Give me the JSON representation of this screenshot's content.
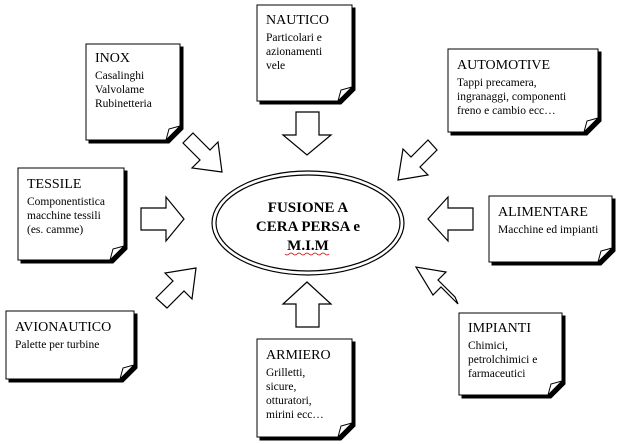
{
  "center": {
    "lines": [
      "FUSIONE A",
      "CERA PERSA e",
      "M.I.M"
    ]
  },
  "notes": [
    {
      "id": "nautico",
      "title": "NAUTICO",
      "lines": [
        "Particolari e",
        "azionamenti",
        "vele"
      ]
    },
    {
      "id": "inox",
      "title": "INOX",
      "lines": [
        "Casalinghi",
        "Valvolame",
        "Rubinetteria"
      ]
    },
    {
      "id": "automotive",
      "title": "AUTOMOTIVE",
      "lines": [
        "Tappi precamera,",
        "ingranaggi, componenti",
        "freno e cambio ecc…"
      ]
    },
    {
      "id": "tessile",
      "title": "TESSILE",
      "lines": [
        "Componentistica",
        "macchine tessili",
        "(es. camme)"
      ]
    },
    {
      "id": "alimentare",
      "title": "ALIMENTARE",
      "lines": [
        "Macchine ed impianti"
      ]
    },
    {
      "id": "avionautico",
      "title": "AVIONAUTICO",
      "lines": [
        "Palette per turbine"
      ]
    },
    {
      "id": "impianti",
      "title": "IMPIANTI",
      "lines": [
        "Chimici,",
        "petrolchimici e",
        "farmaceutici"
      ]
    },
    {
      "id": "armiero",
      "title": "ARMIERO",
      "lines": [
        "Grilletti,",
        "sicure,",
        "otturatori,",
        "mirini ecc…"
      ]
    }
  ]
}
